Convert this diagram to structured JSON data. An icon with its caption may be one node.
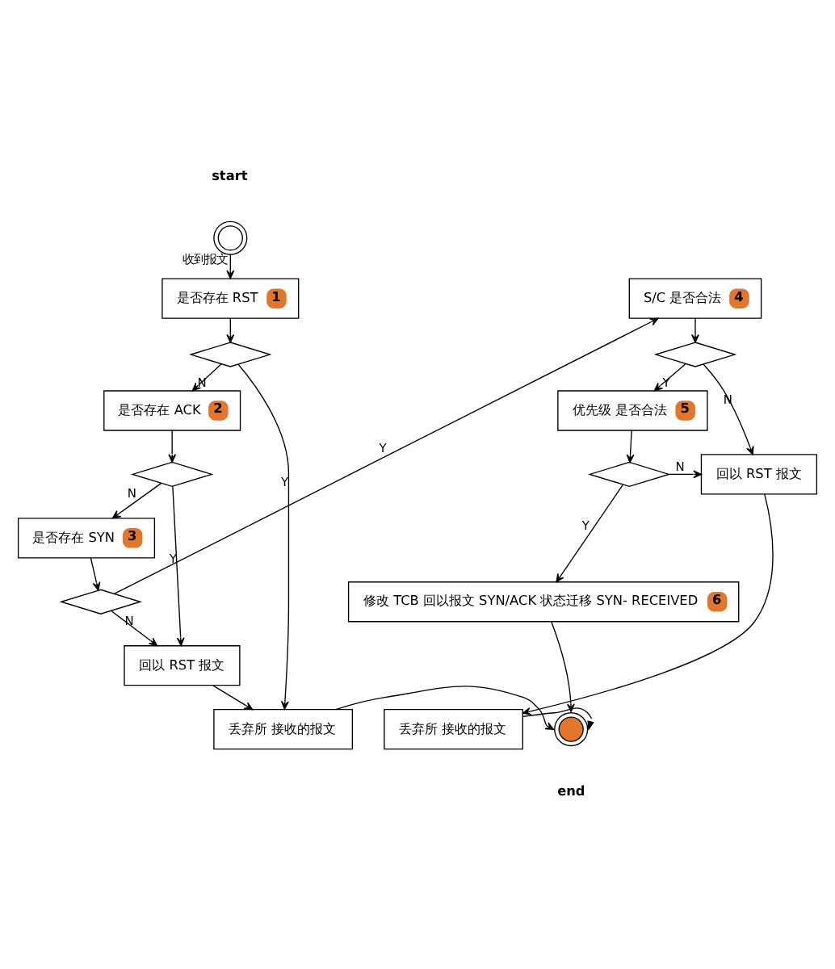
{
  "diagram": {
    "nodes": [
      {
        "text": [],
        "shape": "circle",
        "beside": [
          "start"
        ]
      },
      {
        "text": [
          "是否存在 RST",
          "1"
        ]
      },
      {
        "text": [],
        "shape": "diamond"
      },
      {
        "text": [
          "是否存在 ACK",
          "2"
        ]
      },
      {
        "text": [],
        "shape": "diamond"
      },
      {
        "text": [
          "是否存在 SYN",
          "3"
        ]
      },
      {
        "text": [],
        "shape": "diamond"
      },
      {
        "text": [
          "回以 RST 报文"
        ]
      },
      {
        "text": [
          "丢弃所 接收的报文"
        ]
      },
      {
        "text": [
          "S/C 是否合法",
          "4"
        ]
      },
      {
        "text": [],
        "shape": "diamond"
      },
      {
        "text": [
          "优先级 是否合法",
          "5"
        ]
      },
      {
        "text": [],
        "shape": "diamond"
      },
      {
        "text": [
          "修改 TCB 回以报文 SYN/ACK 状态迁移 SYN- RECEIVED",
          "6"
        ]
      },
      {
        "text": [
          "回以 RST 报文"
        ]
      },
      {
        "text": [
          "丢弃所 接收的报文"
        ]
      },
      {
        "text": [],
        "shape": "circle",
        "beside": [
          "end"
        ]
      }
    ],
    "edges": [
      {
        "from": 0,
        "to": 1,
        "arrow": "to",
        "label": "收到报文"
      },
      {
        "from": 1,
        "to": 2,
        "arrow": "to"
      },
      {
        "from": 2,
        "to": 3,
        "arrow": "to",
        "label": "N"
      },
      {
        "from": 2,
        "to": 8,
        "arrow": "to",
        "label": "Y"
      },
      {
        "from": 3,
        "to": 4,
        "arrow": "to"
      },
      {
        "from": 4,
        "to": 5,
        "arrow": "to",
        "label": "N"
      },
      {
        "from": 4,
        "to": 7,
        "arrow": "to",
        "label": "Y"
      },
      {
        "from": 5,
        "to": 6,
        "arrow": "to"
      },
      {
        "from": 6,
        "to": 7,
        "arrow": "to",
        "label": "N"
      },
      {
        "from": 6,
        "to": 9,
        "arrow": "to",
        "label": "Y"
      },
      {
        "from": 7,
        "to": 8,
        "arrow": "to"
      },
      {
        "from": 8,
        "to": 16,
        "arrow": "to"
      },
      {
        "from": 9,
        "to": 10,
        "arrow": "to"
      },
      {
        "from": 10,
        "to": 11,
        "arrow": "to",
        "label": "Y"
      },
      {
        "from": 10,
        "to": 14,
        "arrow": "to",
        "label": "N"
      },
      {
        "from": 11,
        "to": 12,
        "arrow": "to"
      },
      {
        "from": 12,
        "to": 13,
        "arrow": "to",
        "label": "Y"
      },
      {
        "from": 12,
        "to": 14,
        "arrow": "to",
        "label": "N"
      },
      {
        "from": 13,
        "to": 16,
        "arrow": "to"
      },
      {
        "from": 14,
        "to": 15,
        "arrow": "to"
      },
      {
        "from": 15,
        "to": 16,
        "arrow": "to"
      }
    ]
  }
}
